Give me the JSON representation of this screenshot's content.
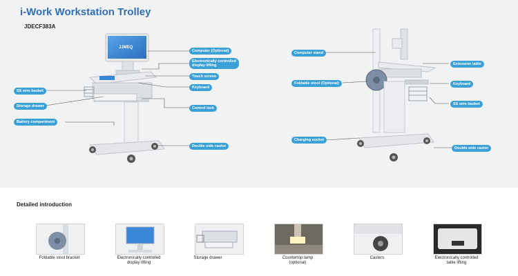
{
  "header": {
    "title": "i-Work Workstation Trolley",
    "model": "JDECF383A"
  },
  "left_product": {
    "screen_brand": "JJMEQ",
    "callouts": [
      {
        "label": "Computer (Optional)"
      },
      {
        "label_line1": "Electronically controlled",
        "label_line2": "display lifting"
      },
      {
        "label": "Touch screen"
      },
      {
        "label": "Keyboard"
      },
      {
        "label": "SS wire basket"
      },
      {
        "label": "Storage drawer"
      },
      {
        "label": "Control lock"
      },
      {
        "label": "Battery compartment"
      },
      {
        "label": "Double side castor"
      }
    ]
  },
  "right_product": {
    "callouts": [
      {
        "label": "Computer stand"
      },
      {
        "label": "Extension table"
      },
      {
        "label": "Foldable stool (Optional)"
      },
      {
        "label": "Keyboard"
      },
      {
        "label": "SS wire basket"
      },
      {
        "label": "Charging socket"
      },
      {
        "label": "Double side castor"
      }
    ]
  },
  "details": {
    "title": "Detailed introduction",
    "items": [
      {
        "caption_line1": "Foldable stool bracket",
        "caption_line2": ""
      },
      {
        "caption_line1": "Electronically controlled",
        "caption_line2": "display lifting"
      },
      {
        "caption_line1": "Storage drawer",
        "caption_line2": ""
      },
      {
        "caption_line1": "Countertop lamp",
        "caption_line2": "(optional)"
      },
      {
        "caption_line1": "Casters",
        "caption_line2": ""
      },
      {
        "caption_line1": "Electronically controlled",
        "caption_line2": "table lifting"
      }
    ]
  },
  "colors": {
    "accent": "#3aa0d8",
    "title": "#2f6fb5",
    "background_top": "#f1f2f4"
  }
}
